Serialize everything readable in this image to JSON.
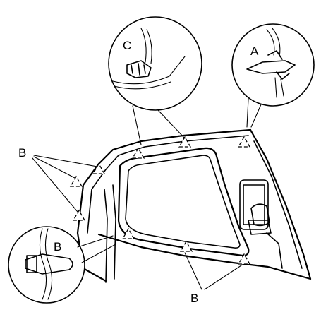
{
  "labels": {
    "a": "A",
    "b_upper": "B",
    "b_lower": "B",
    "b_detail": "B",
    "c": "C"
  }
}
